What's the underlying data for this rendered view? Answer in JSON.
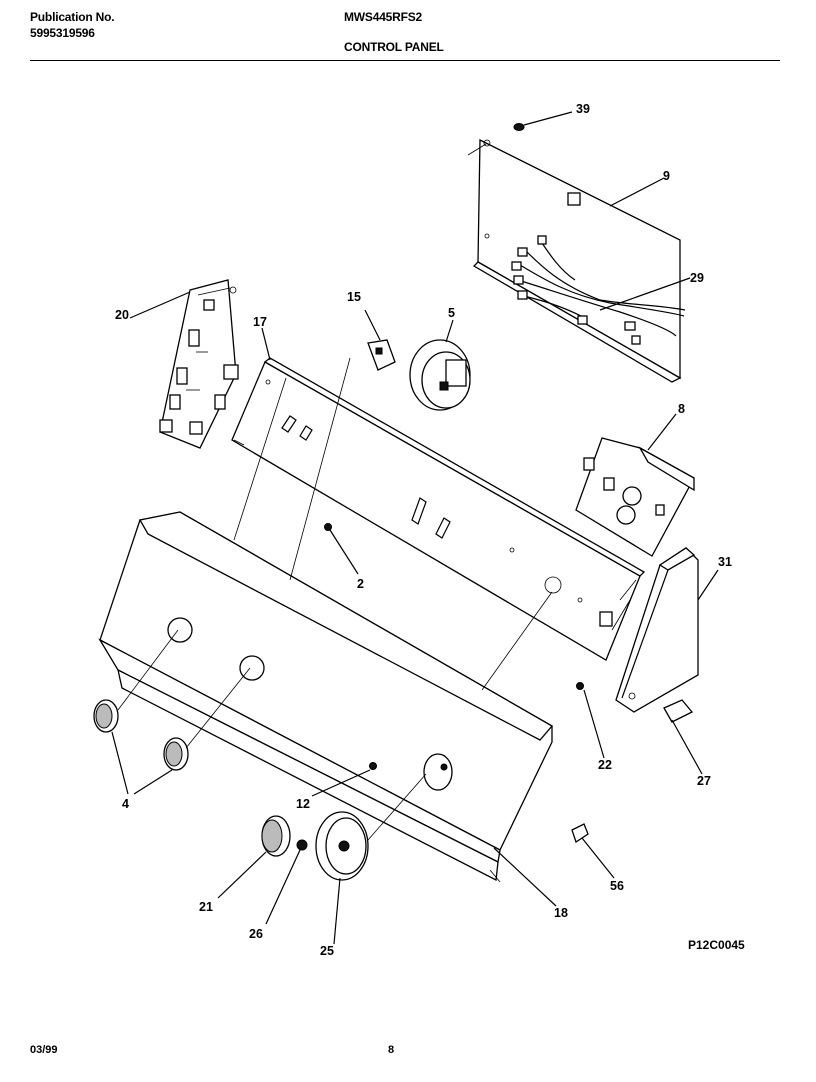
{
  "header": {
    "publication_label": "Publication No.",
    "publication_number": "5995319596",
    "model": "MWS445RFS2",
    "section_title": "CONTROL PANEL"
  },
  "callouts": {
    "p39": "39",
    "p9": "9",
    "p29": "29",
    "p20": "20",
    "p17": "17",
    "p15": "15",
    "p5": "5",
    "p8": "8",
    "p2": "2",
    "p31": "31",
    "p22": "22",
    "p27": "27",
    "p4": "4",
    "p12": "12",
    "p21": "21",
    "p26": "26",
    "p25": "25",
    "p18": "18",
    "p56": "56"
  },
  "diagram_code": "P12C0045",
  "footer": {
    "date": "03/99",
    "page": "8"
  }
}
